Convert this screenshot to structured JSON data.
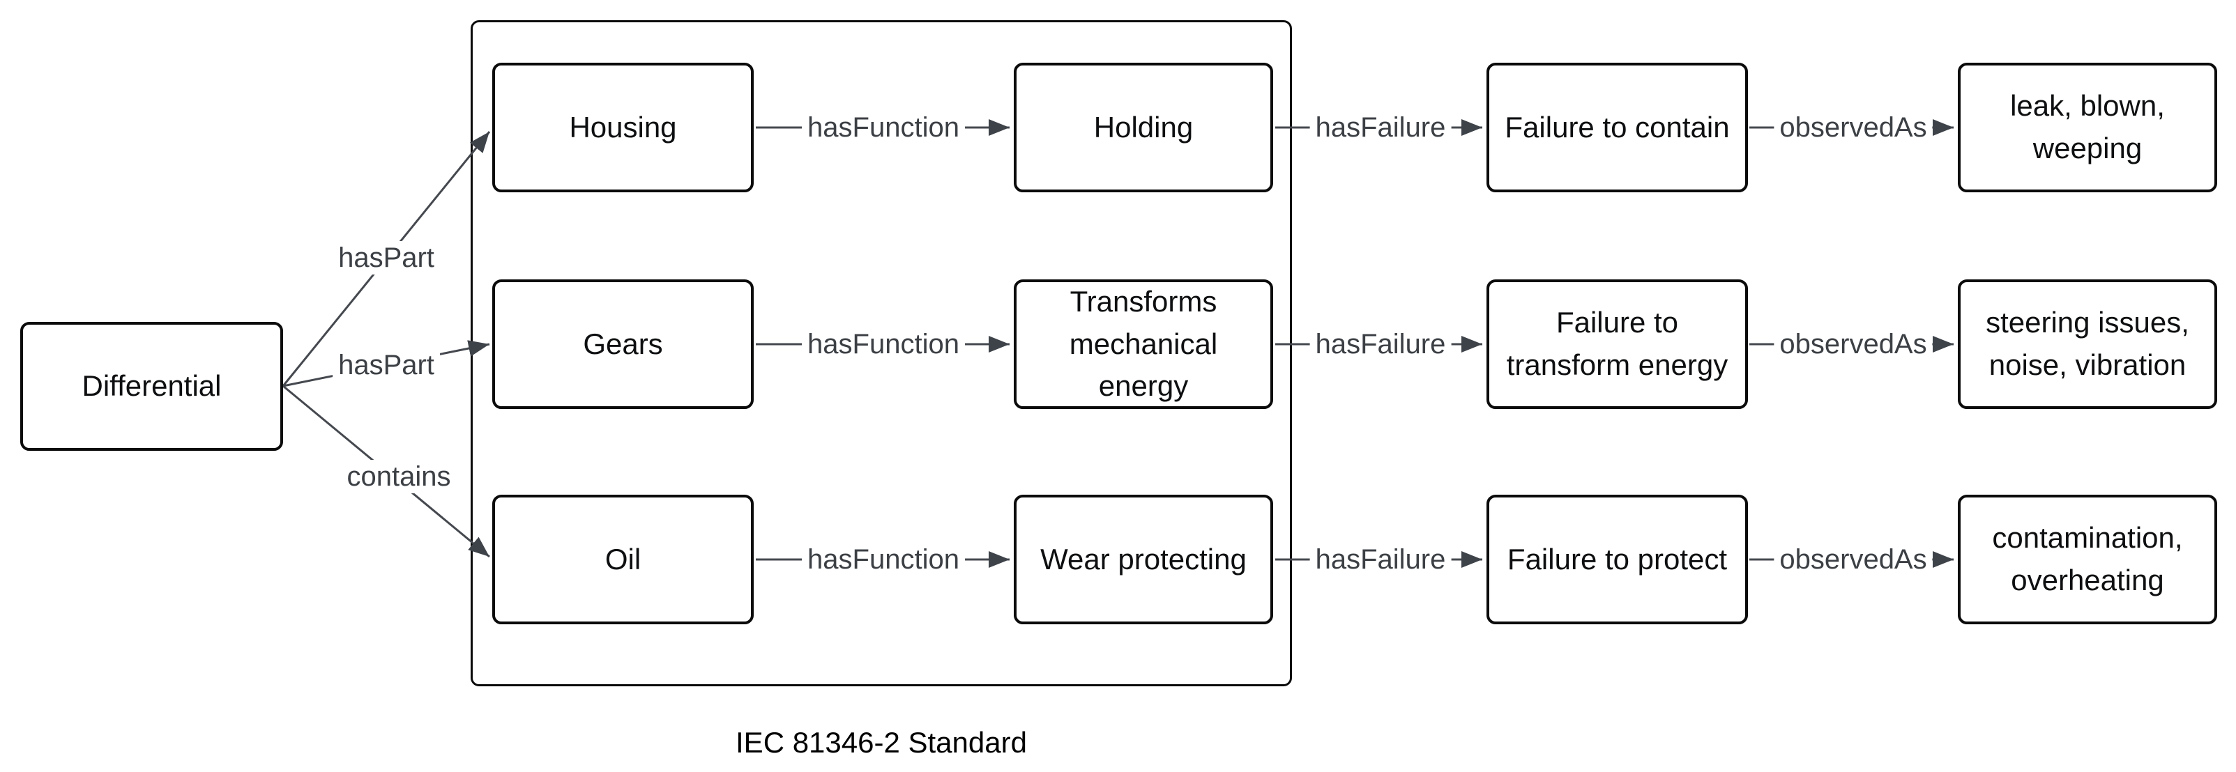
{
  "diagram": {
    "caption": "IEC 81346-2 Standard",
    "root": {
      "label": "Differential"
    },
    "root_relations": {
      "to_housing": "hasPart",
      "to_gears": "hasPart",
      "to_oil": "contains"
    },
    "rows": [
      {
        "part": "Housing",
        "has_function": "hasFunction",
        "function": "Holding",
        "has_failure": "hasFailure",
        "failure": "Failure to contain",
        "observed_as": "observedAs",
        "observation": "leak, blown,\nweeping"
      },
      {
        "part": "Gears",
        "has_function": "hasFunction",
        "function": "Transforms\nmechanical\nenergy",
        "has_failure": "hasFailure",
        "failure": "Failure to\ntransform energy",
        "observed_as": "observedAs",
        "observation": "steering issues,\nnoise, vibration"
      },
      {
        "part": "Oil",
        "has_function": "hasFunction",
        "function": "Wear protecting",
        "has_failure": "hasFailure",
        "failure": "Failure to protect",
        "observed_as": "observedAs",
        "observation": "contamination,\noverheating"
      }
    ],
    "colors": {
      "node_border": "#0b0b0b",
      "node_text": "#0e0f10",
      "edge_line": "#45494f",
      "edge_label_text": "#3c4045",
      "background": "#ffffff"
    }
  }
}
